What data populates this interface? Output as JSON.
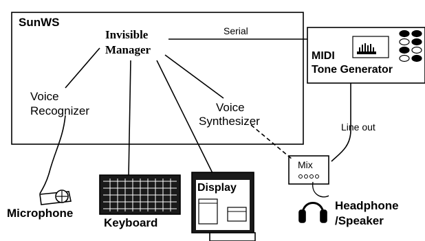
{
  "workstation": {
    "title": "SunWS"
  },
  "manager": {
    "line1": "Invisible",
    "line2": "Manager"
  },
  "voice_recognizer": {
    "line1": "Voice",
    "line2": "Recognizer"
  },
  "voice_synthesizer": {
    "line1": "Voice",
    "line2": "Synthesizer"
  },
  "serial_label": "Serial",
  "midi": {
    "line1": "MIDI",
    "line2": "Tone Generator"
  },
  "line_out_label": "Line out",
  "mixer": {
    "label": "Mix"
  },
  "microphone_label": "Microphone",
  "keyboard_label": "Keyboard",
  "display": {
    "label": "Display"
  },
  "headphone": {
    "line1": "Headphone",
    "line2": "/Speaker"
  }
}
